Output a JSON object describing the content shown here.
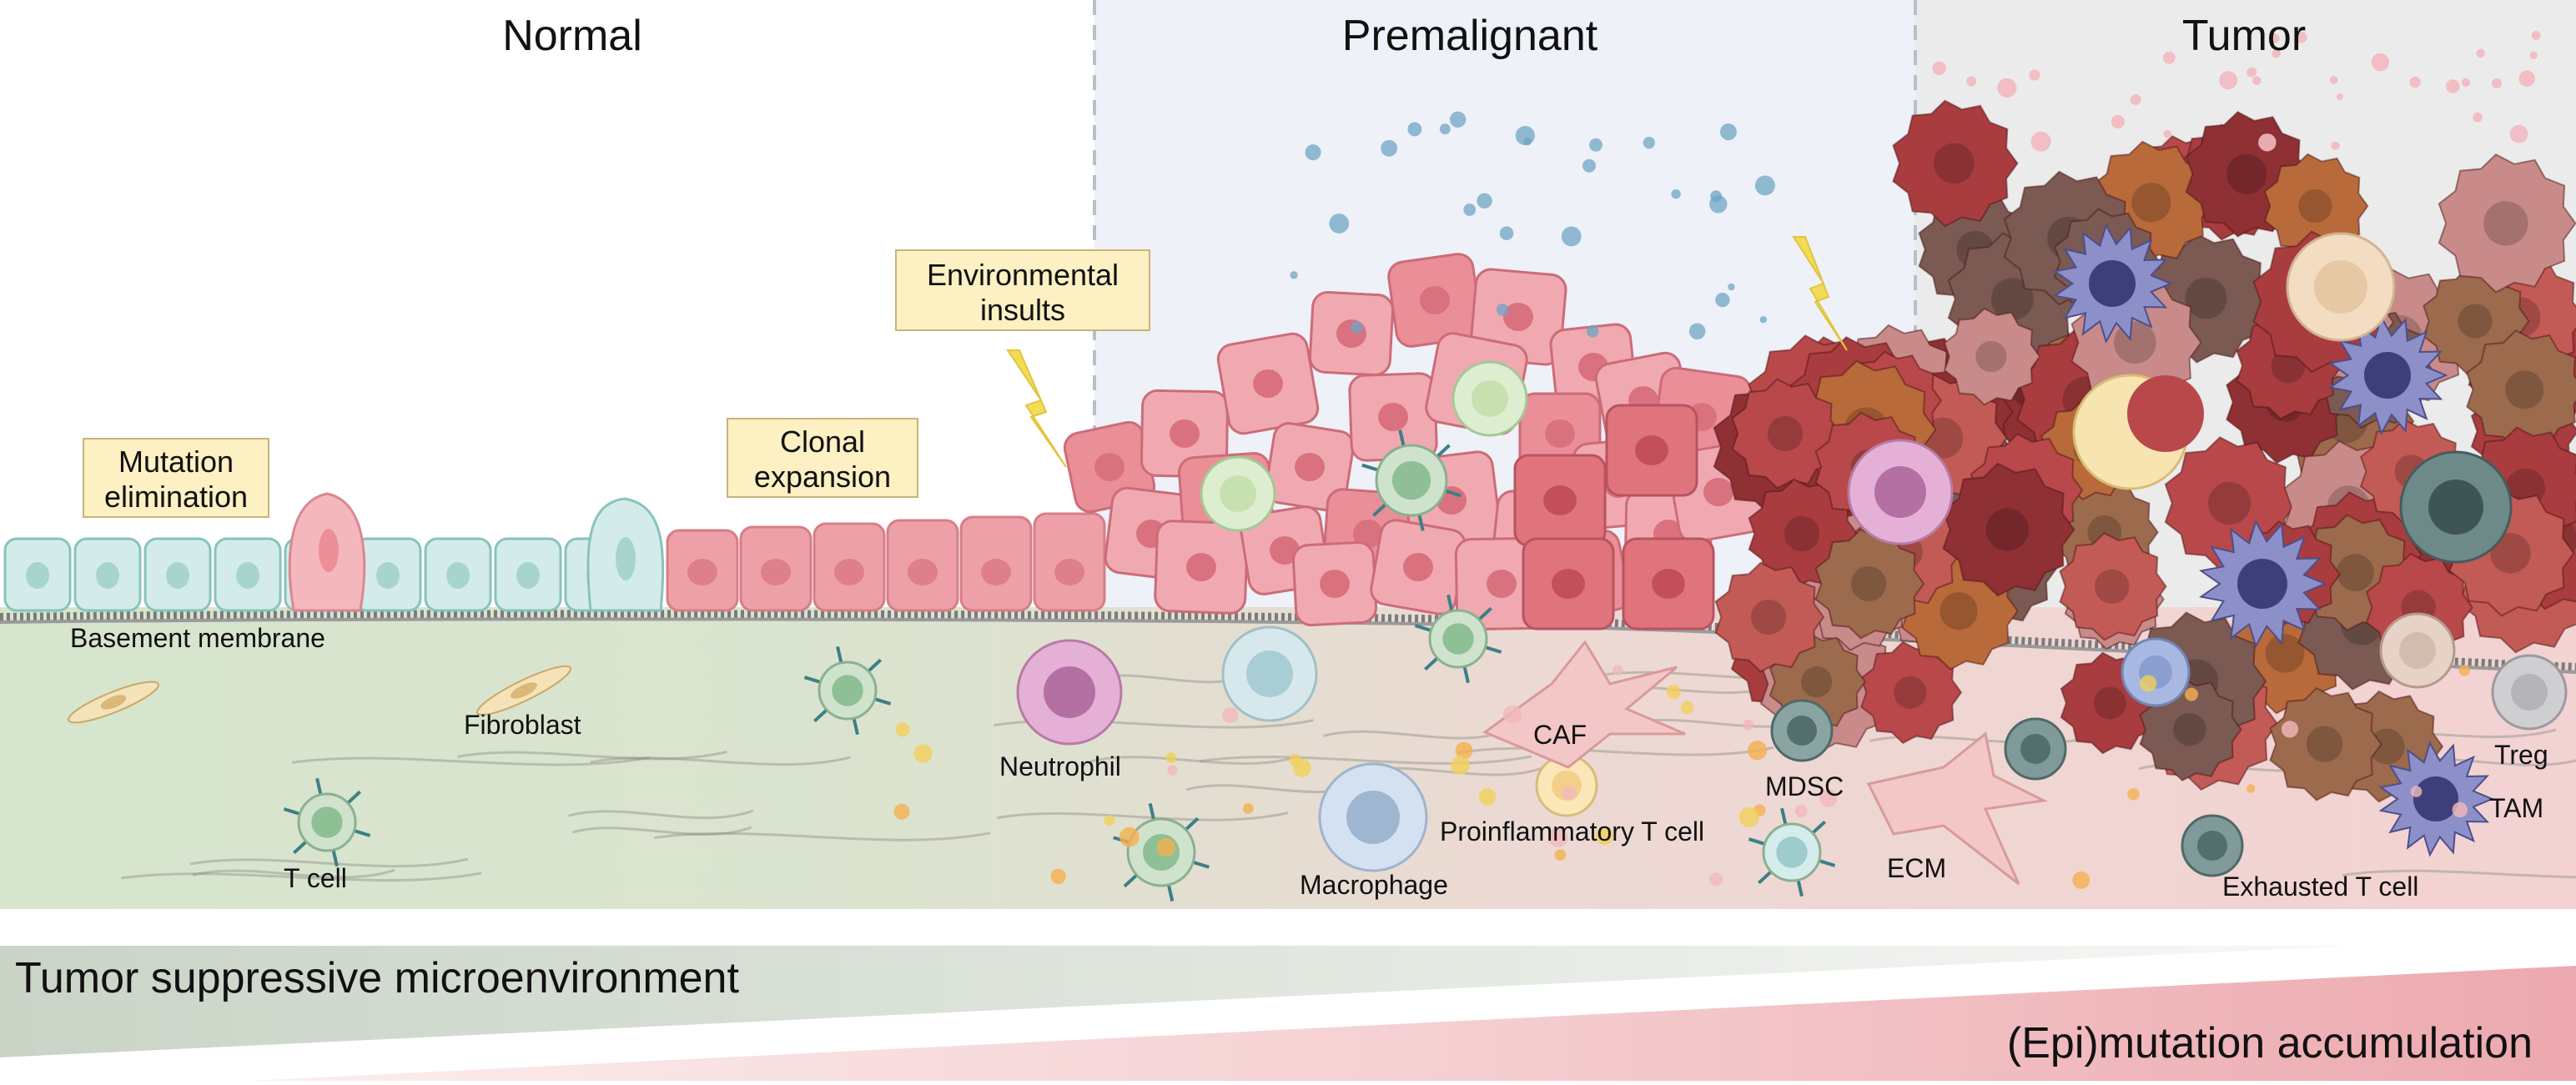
{
  "stages": {
    "normal": "Normal",
    "premalignant": "Premalignant",
    "tumor": "Tumor"
  },
  "boxes": {
    "mutation_elimination": [
      "Mutation",
      "elimination"
    ],
    "clonal_expansion": [
      "Clonal",
      "expansion"
    ],
    "environmental_insults": [
      "Environmental",
      "insults"
    ]
  },
  "labels": {
    "basement_membrane": "Basement membrane",
    "fibroblast": "Fibroblast",
    "t_cell_normal": "T cell",
    "neutrophil": "Neutrophil",
    "macrophage": "Macrophage",
    "caf": "CAF",
    "proinflammatory_t_cell": "Proinflammatory  T cell",
    "mdsc": "MDSC",
    "ecm": "ECM",
    "treg": "Treg",
    "tam": "TAM",
    "exhausted_t_cell": "Exhausted T cell"
  },
  "gradients": {
    "suppressive": "Tumor suppressive microenvironment",
    "accumulation": "(Epi)mutation accumulation"
  },
  "colors": {
    "normal_epithelium": "#d3ece9",
    "premalignant_epithelium": "#ec9aa2",
    "tumor_cell": "#b8484a",
    "stroma_normal": "#d8e6cf",
    "stroma_tumor": "#f2d3d2",
    "box_fill": "#fdf0c2",
    "box_stroke": "#c8b47a",
    "premalignant_bg": "#eef1f8",
    "tumor_bg": "#ebebeb",
    "lightning": "#f3dc55"
  }
}
